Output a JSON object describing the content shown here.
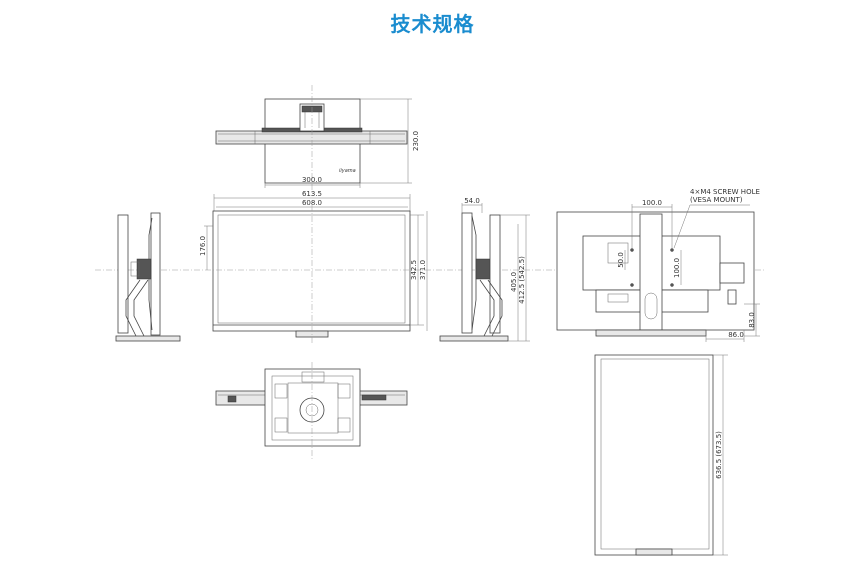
{
  "title": "技术规格",
  "colors": {
    "title": "#1a8ccf",
    "line": "#444444",
    "centerline": "#999999"
  },
  "diagram": {
    "top_view": {
      "depth": "230.0",
      "width": "300.0",
      "logo": "iiyama"
    },
    "front_view": {
      "overall_width": "613.5",
      "screen_width": "608.0",
      "offset_height": "176.0",
      "screen_height": "342.5",
      "panel_height": "371.0"
    },
    "side_view": {
      "depth": "54.0",
      "height_min": "405.0",
      "height_range": "412.5 (542.5)"
    },
    "rear_view": {
      "vesa_width": "100.0",
      "screw_note_1": "4×M4 SCREW HOLE",
      "screw_note_2": "(VESA MOUNT)",
      "vesa_half": "50.0",
      "vesa_height": "100.0",
      "stand_offset": "86.0",
      "stand_height": "83.0"
    },
    "pivot_view": {
      "pivot_height": "636.5 (673.5)"
    }
  }
}
